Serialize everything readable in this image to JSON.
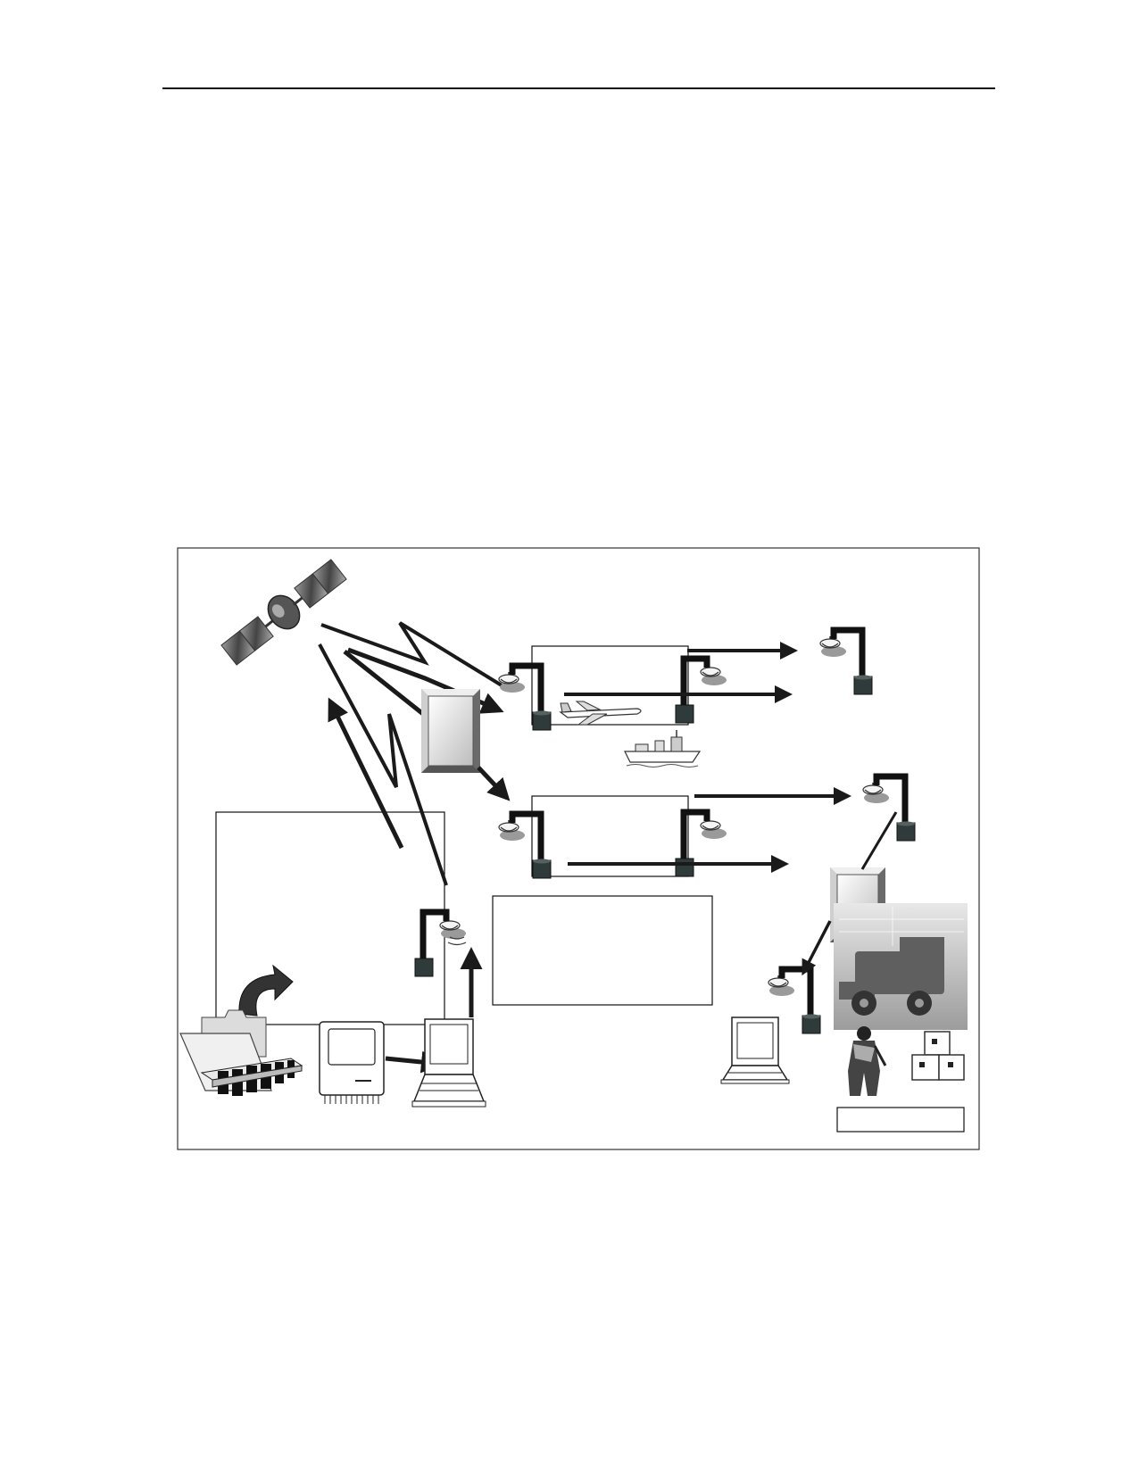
{
  "page": {
    "header_rule": "horizontal-rule",
    "background_color": "#ffffff"
  },
  "figure": {
    "kind": "network-communications-diagram",
    "labels": {
      "center_caption": "",
      "bottom_right_caption": ""
    },
    "icons": [
      "satellite-icon",
      "relay-station-icon",
      "satellite-dish-icon",
      "airplane-icon",
      "ship-icon",
      "folder-icon",
      "curved-arrow-icon",
      "data-blocks-icon",
      "desktop-computer-icon",
      "laptop-icon",
      "military-vehicle-photo",
      "soldier-icon",
      "supply-crates-icon"
    ],
    "colors": {
      "line": "#1a1a1a",
      "dish_base": "#2f3a3a",
      "relay_face": "#d8d8d8",
      "relay_bevel": "#8a8a8a",
      "satellite_panel": "#6e6e6e"
    }
  }
}
